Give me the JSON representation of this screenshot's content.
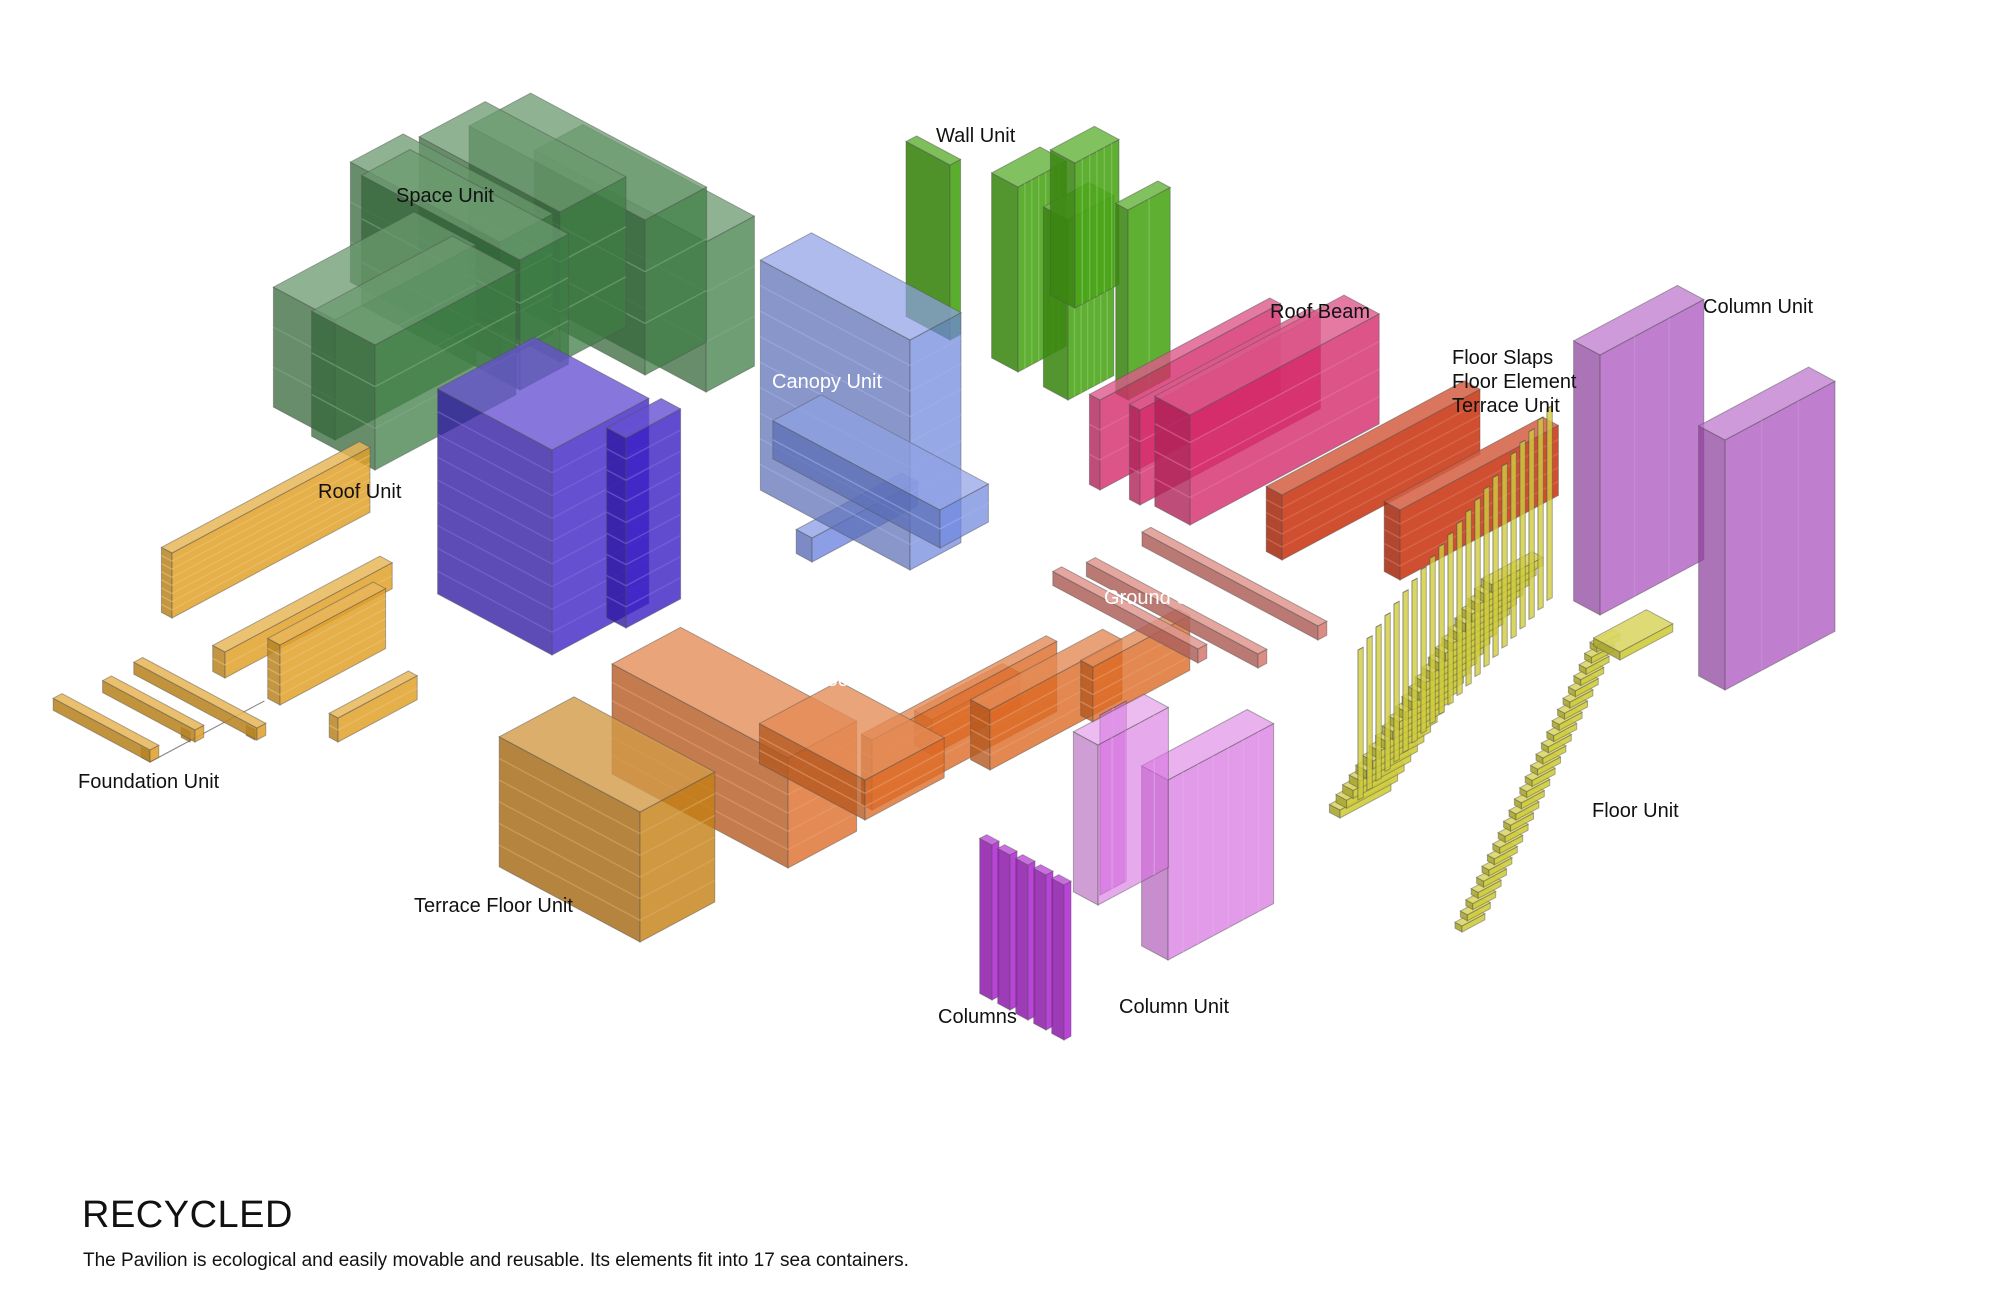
{
  "labels": {
    "space_unit": "Space Unit",
    "wall_unit": "Wall Unit",
    "canopy_unit": "Canopy Unit",
    "roof_beam": "Roof Beam",
    "floor_slaps": "Floor Slaps",
    "floor_element": "Floor Element",
    "terrace_unit": "Terrace Unit",
    "column_unit_top": "Column Unit",
    "roof_unit": "Roof Unit",
    "ground_slaps": "Ground Slaps",
    "floor_unit_center": "Floor Unit",
    "foundation_unit": "Foundation Unit",
    "terrace_floor_unit": "Terrace Floor Unit",
    "columns": "Columns",
    "column_unit_bottom": "Column Unit",
    "floor_unit_right": "Floor Unit"
  },
  "colors": {
    "space_unit": "#3f7d45",
    "wall_unit": "#48a416",
    "canopy_unit": "#6f86de",
    "roof_unit": "#3a1fc4",
    "roof_beam": "#d42a6a",
    "terrace_unit": "#c8300c",
    "column_unit_top": "#a84cbc",
    "foundation_unit": "#e0a12a",
    "floor_unit_center": "#dc6a25",
    "terrace_floor_unit": "#c67e13",
    "ground_slaps": "#d6786e",
    "columns": "#b42fd6",
    "column_unit_bottom": "#d671df",
    "floor_unit_right": "#cfcc3c"
  },
  "footer": {
    "title": "RECYCLED",
    "text": "The Pavilion is ecological and easily movable and reusable. Its elements fit into 17 sea containers."
  }
}
